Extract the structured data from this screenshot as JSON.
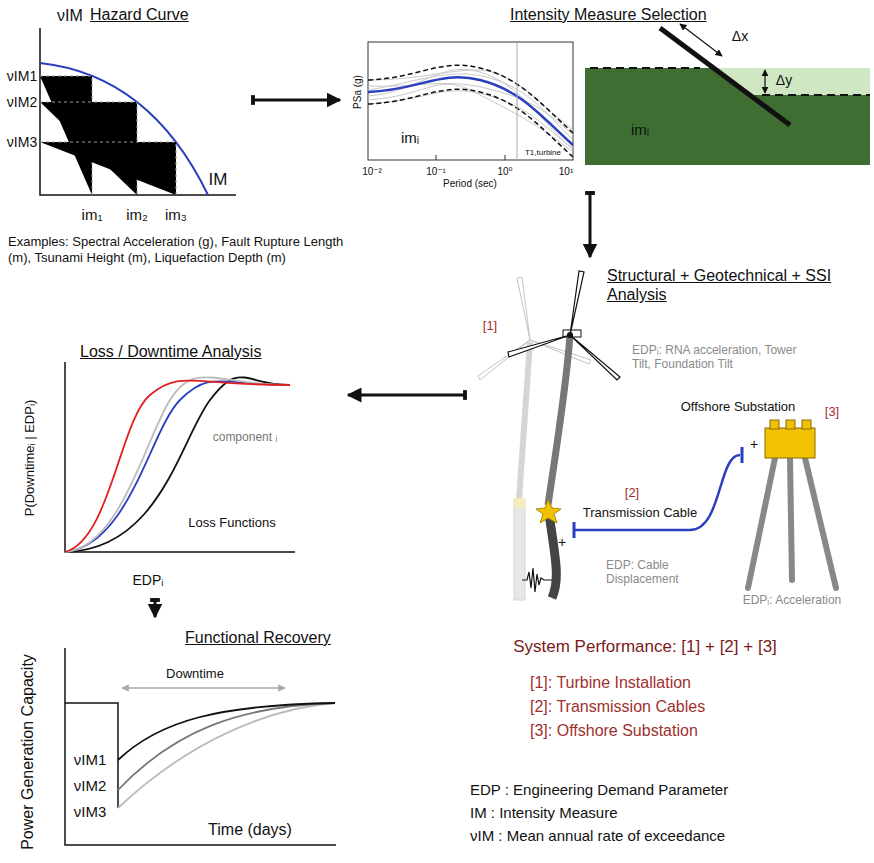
{
  "diagram": {
    "nodes": [
      {
        "text": [
          "Hazard Curve"
        ]
      },
      {
        "text": [
          "Intensity Measure Selection"
        ]
      },
      {
        "text": [
          "Structural + Geotechnical + SSI Analysis"
        ]
      },
      {
        "text": [
          "Loss / Downtime Analysis"
        ]
      },
      {
        "text": [
          "Functional Recovery"
        ]
      }
    ],
    "edges": [
      {
        "from": 0,
        "to": 1,
        "arrow": "to"
      },
      {
        "from": 1,
        "to": 2,
        "arrow": "to"
      },
      {
        "from": 2,
        "to": 3,
        "arrow": "to"
      },
      {
        "from": 3,
        "to": 4,
        "arrow": "to"
      }
    ],
    "labels": [
      "νIM",
      "νIM1",
      "νIM2",
      "νIM3",
      "IM",
      "im₁",
      "im₂",
      "im₃",
      "PSa (g)",
      "imᵢ",
      "10⁻²",
      "10⁻¹",
      "10⁰",
      "10¹",
      "Period (sec)",
      "T1,turbine",
      "Δx",
      "Δy",
      "imᵢ",
      "Examples: Spectral Acceleration (g), Fault Rupture Length (m), Tsunami Height (m), Liquefaction Depth (m)",
      "[1]",
      "EDPᵢ: RNA acceleration, Tower Tilt, Foundation Tilt",
      "[2]",
      "Transmission Cable",
      "+",
      "+",
      "EDP: Cable Displacement",
      "Offshore Substation",
      "[3]",
      "EDPᵢ: Acceleration",
      "P(Downtimeᵢ | EDPᵢ)",
      "component ᵢ",
      "Loss Functions",
      "EDPᵢ",
      "Power Generation Capacity",
      "Downtime",
      "νIM1",
      "νIM2",
      "νIM3",
      "Time (days)",
      "System Performance: [1] + [2] + [3]",
      "[1]: Turbine Installation",
      "[2]: Transmission Cables",
      "[3]: Offshore Substation",
      "EDP : Engineering Demand Parameter",
      "IM : Intensity Measure",
      "νIM : Mean annual rate of exceedance"
    ]
  }
}
